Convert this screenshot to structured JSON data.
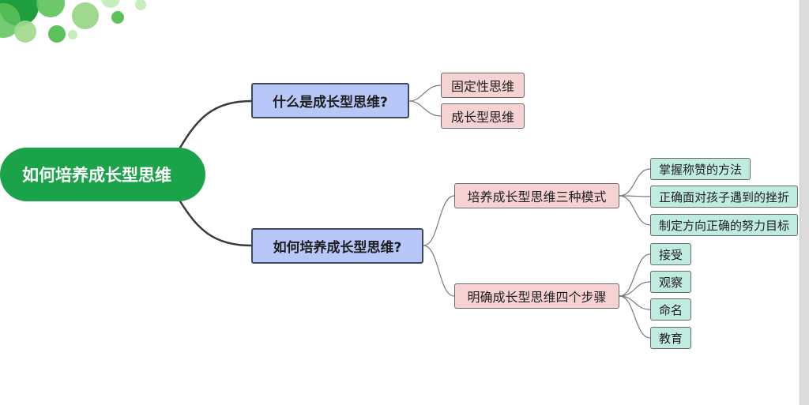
{
  "root": {
    "label": "如何培养成长型思维"
  },
  "branches": [
    {
      "label": "什么是成长型思维?",
      "children": [
        {
          "label": "固定性思维",
          "children": []
        },
        {
          "label": "成长型思维",
          "children": []
        }
      ]
    },
    {
      "label": "如何培养成长型思维?",
      "children": [
        {
          "label": "培养成长型思维三种模式",
          "children": [
            "掌握称赞的方法",
            "正确面对孩子遇到的挫折",
            "制定方向正确的努力目标"
          ]
        },
        {
          "label": "明确成长型思维四个步骤",
          "children": [
            "接受",
            "观察",
            "命名",
            "教育"
          ]
        }
      ]
    }
  ],
  "colors": {
    "root_fill": "#1aa348",
    "level1_fill": "#b7c8f8",
    "level2_fill": "#f7d2d2",
    "level3_fill": "#c0ebe1",
    "connector_main": "#3a3a3a",
    "connector_sub": "#7a7a7a",
    "dots": [
      "#1e9e3e",
      "#5cc259",
      "#9ed98d",
      "#c7ecbd"
    ]
  }
}
